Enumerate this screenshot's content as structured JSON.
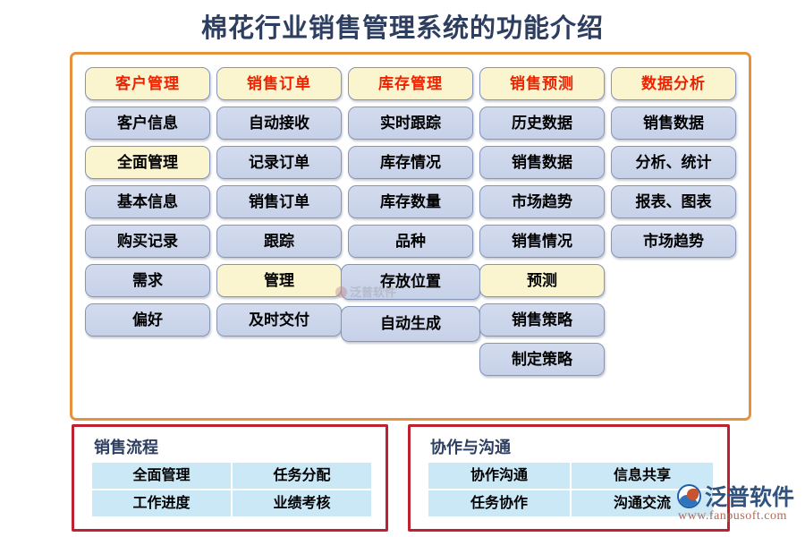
{
  "page": {
    "title": "棉花行业销售管理系统的功能介绍",
    "title_color": "#2d3e60",
    "background": "#ffffff"
  },
  "main_panel": {
    "border_color": "#e8913c",
    "header_text_color": "#ef2200",
    "header_bg": "#fbf5cf",
    "cell_bg": "#c6d1e8",
    "cell_border": "#8795b8",
    "columns": [
      {
        "header": "客户管理",
        "items": [
          {
            "label": "客户信息",
            "style": "blue"
          },
          {
            "label": "全面管理",
            "style": "yellow"
          },
          {
            "label": "基本信息",
            "style": "blue"
          },
          {
            "label": "购买记录",
            "style": "blue"
          },
          {
            "label": "需求",
            "style": "blue"
          },
          {
            "label": "偏好",
            "style": "blue"
          }
        ]
      },
      {
        "header": "销售订单",
        "items": [
          {
            "label": "自动接收",
            "style": "blue"
          },
          {
            "label": "记录订单",
            "style": "blue"
          },
          {
            "label": "销售订单",
            "style": "blue"
          },
          {
            "label": "跟踪",
            "style": "blue"
          },
          {
            "label": "管理",
            "style": "yellow"
          },
          {
            "label": "及时交付",
            "style": "blue"
          }
        ]
      },
      {
        "header": "库存管理",
        "items": [
          {
            "label": "实时跟踪",
            "style": "blue"
          },
          {
            "label": "库存情况",
            "style": "blue"
          },
          {
            "label": "库存数量",
            "style": "blue"
          },
          {
            "label": "品种",
            "style": "blue"
          },
          {
            "label": "存放位置",
            "style": "blue",
            "wide": true
          },
          {
            "label": "自动生成",
            "style": "blue",
            "wide": true
          }
        ]
      },
      {
        "header": "销售预测",
        "items": [
          {
            "label": "历史数据",
            "style": "blue"
          },
          {
            "label": "销售数据",
            "style": "blue"
          },
          {
            "label": "市场趋势",
            "style": "blue"
          },
          {
            "label": "销售情况",
            "style": "blue"
          },
          {
            "label": "预测",
            "style": "yellow"
          },
          {
            "label": "销售策略",
            "style": "blue"
          },
          {
            "label": "制定策略",
            "style": "blue"
          }
        ]
      },
      {
        "header": "数据分析",
        "items": [
          {
            "label": "销售数据",
            "style": "blue"
          },
          {
            "label": "分析、统计",
            "style": "blue"
          },
          {
            "label": "报表、图表",
            "style": "blue"
          },
          {
            "label": "市场趋势",
            "style": "blue"
          }
        ]
      }
    ]
  },
  "bottom_panels": [
    {
      "title": "销售流程",
      "border_color": "#c0212e",
      "cell_bg": "#cbe8f7",
      "cells": [
        "全面管理",
        "任务分配",
        "工作进度",
        "业绩考核"
      ]
    },
    {
      "title": "协作与沟通",
      "border_color": "#c0212e",
      "cell_bg": "#cbe8f7",
      "cells": [
        "协作沟通",
        "信息共享",
        "任务协作",
        "沟通交流"
      ]
    }
  ],
  "watermarks": {
    "inline_text": "泛普软件",
    "brand_name": "泛普软件",
    "brand_url": "www.fanpusoft.com"
  }
}
